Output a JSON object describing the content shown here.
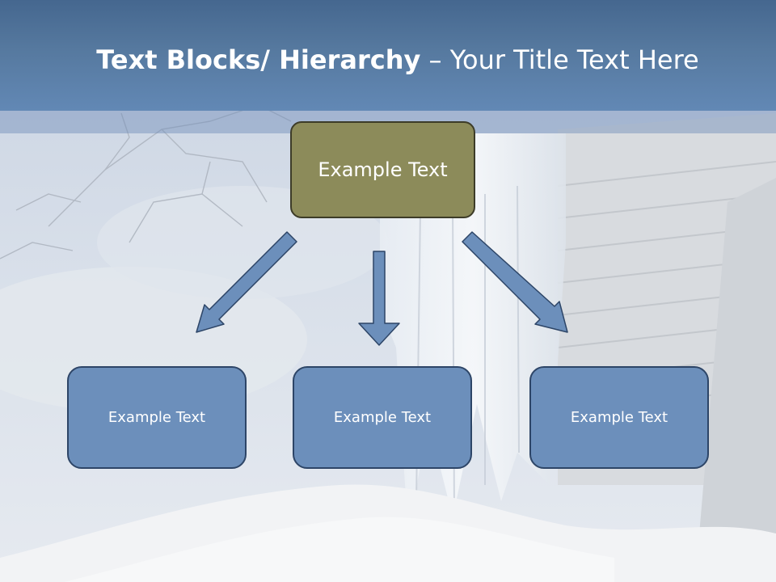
{
  "slide": {
    "title_bold": "Text Blocks/ Hierarchy",
    "title_rest": " – Your Title Text Here"
  },
  "diagram": {
    "top": {
      "label": "Example Text"
    },
    "children": [
      {
        "label": "Example Text"
      },
      {
        "label": "Example Text"
      },
      {
        "label": "Example Text"
      }
    ]
  },
  "colors": {
    "header": "#56799f",
    "top_box": "#8c8b5a",
    "child_box": "#6c8fbb",
    "arrow_fill": "#6c8fbb",
    "arrow_stroke": "#2d4567"
  }
}
